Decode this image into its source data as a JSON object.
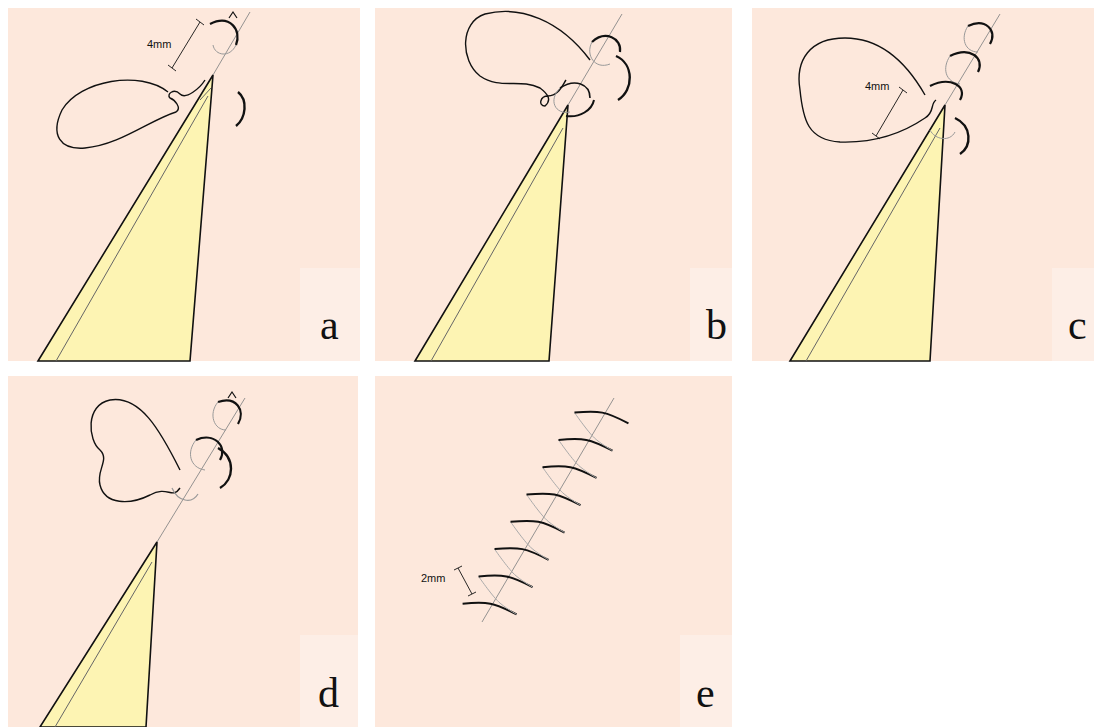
{
  "diagram": {
    "labels": [
      "4mm",
      "a",
      "b",
      "4mm",
      "c",
      "d",
      "2mm",
      "e"
    ]
  }
}
